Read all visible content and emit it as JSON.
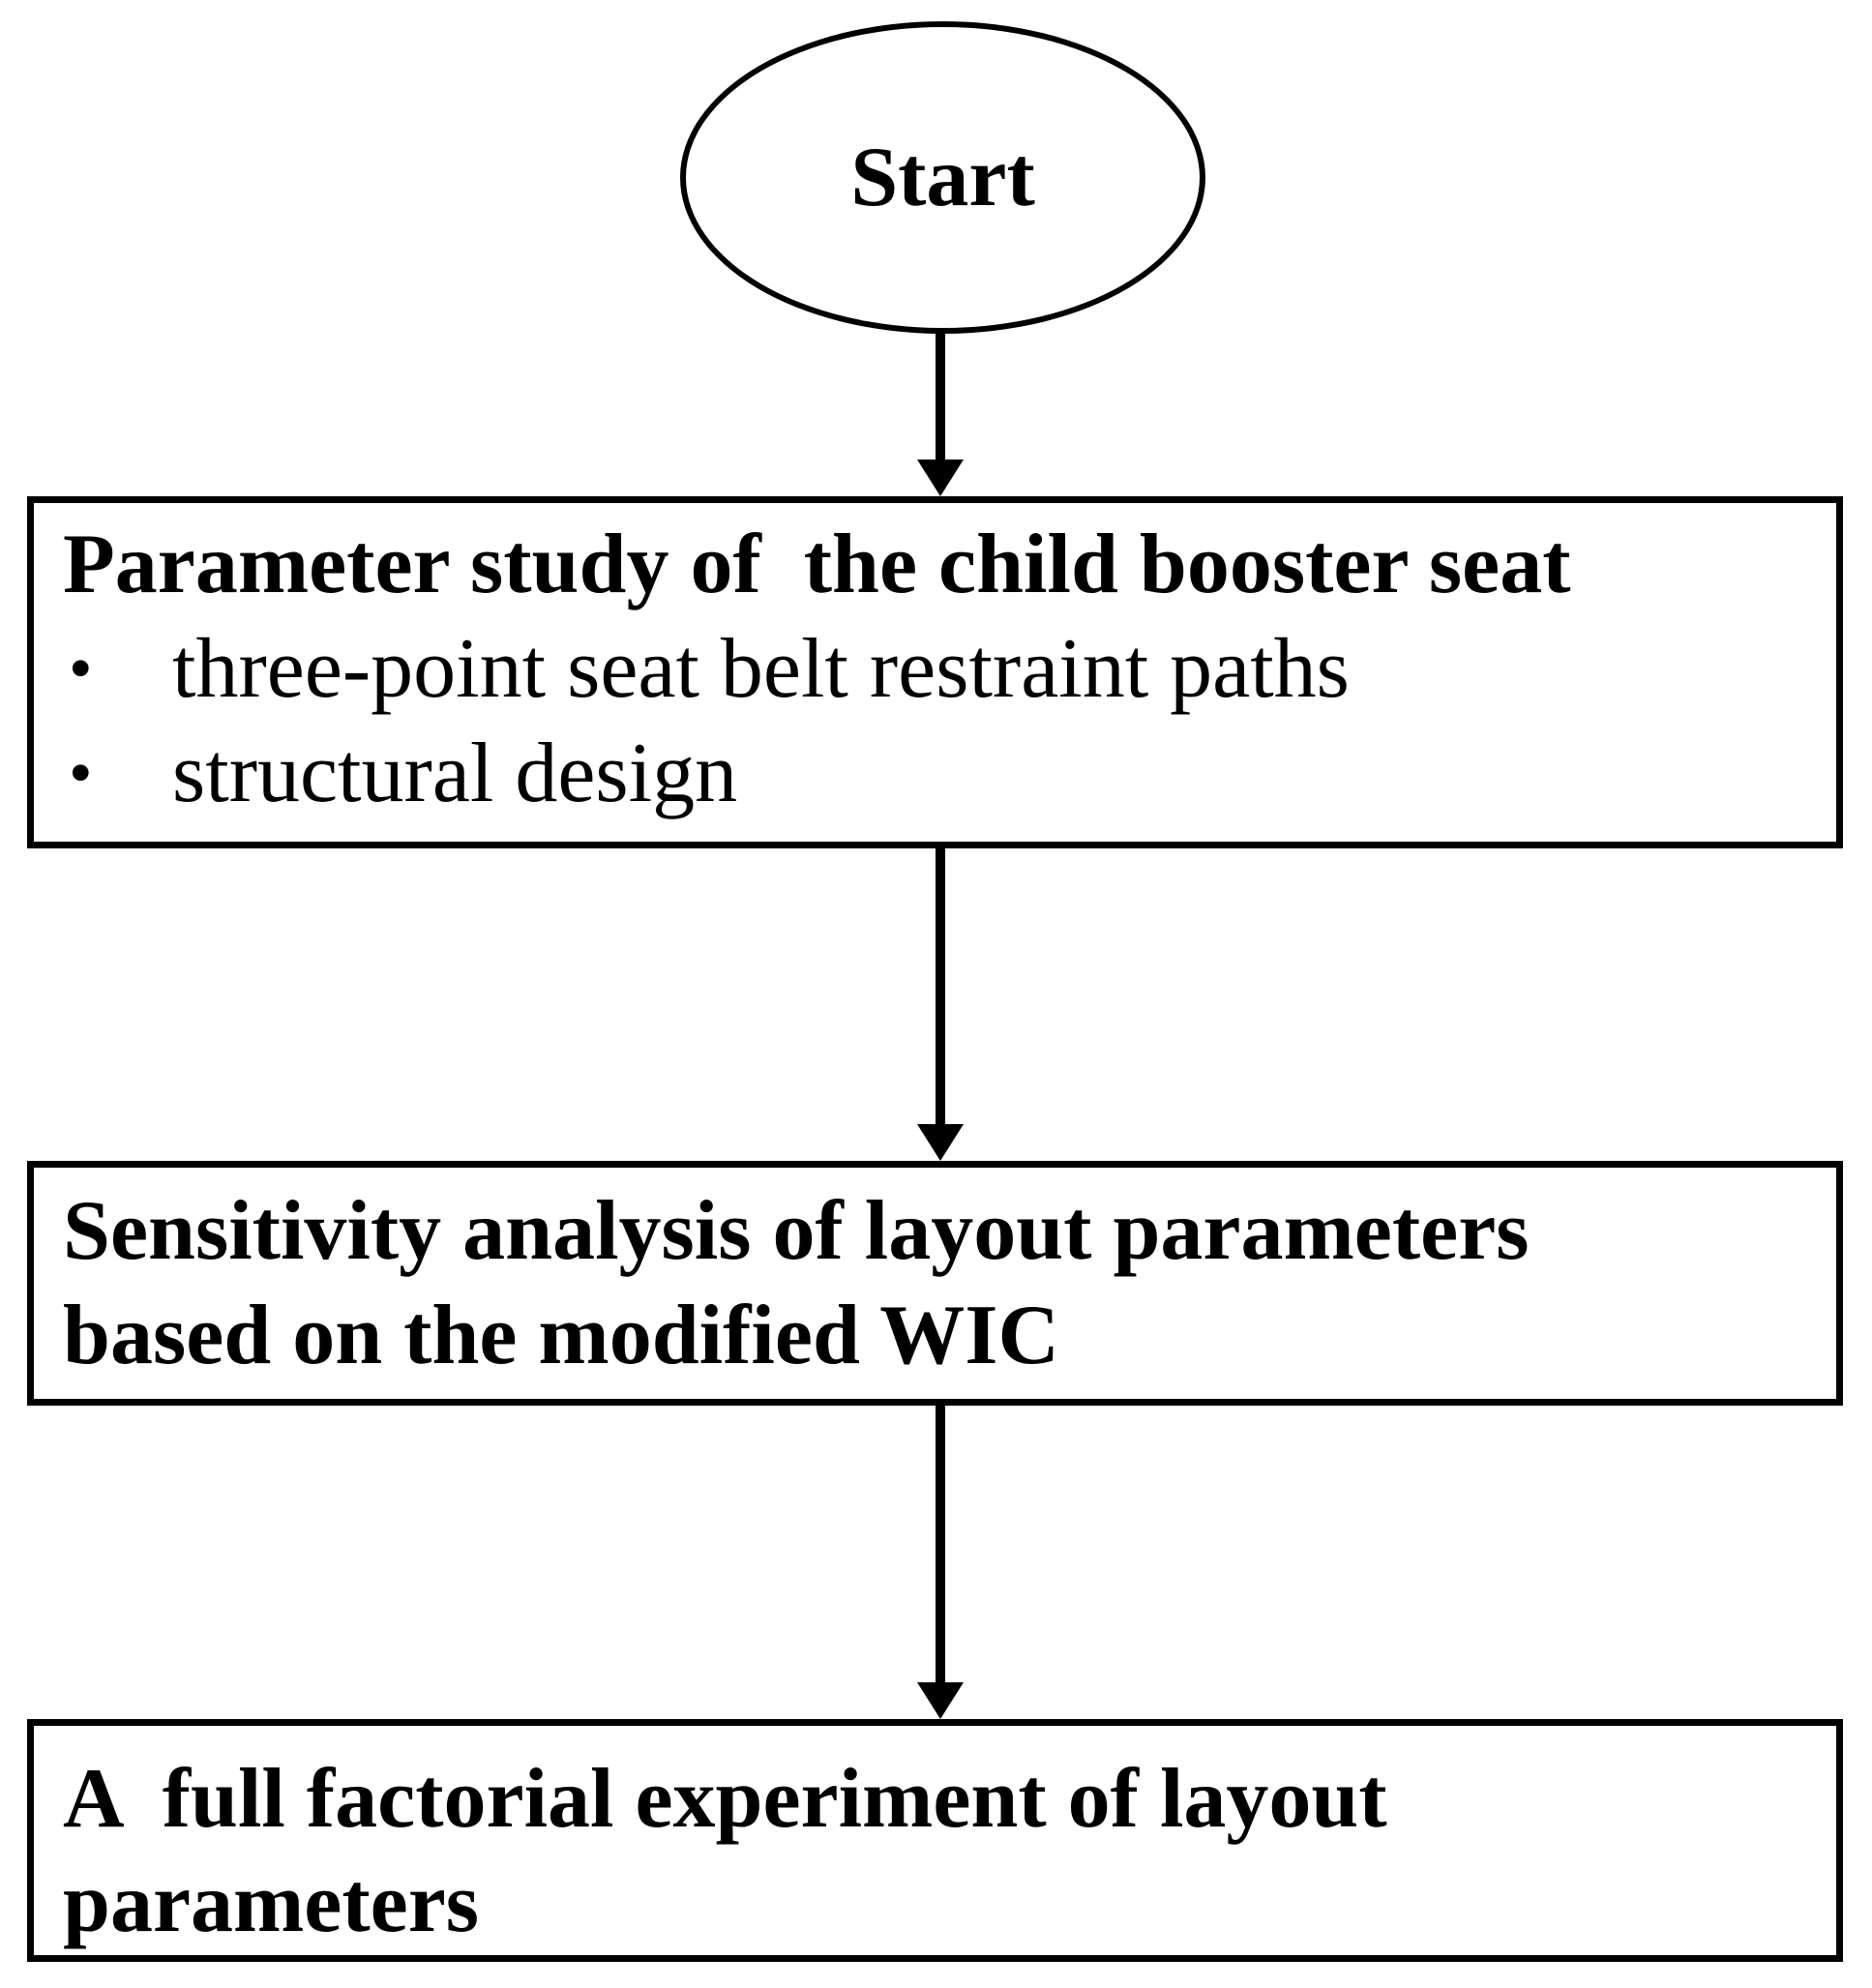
{
  "flowchart": {
    "start_label": "Start",
    "bullet_marker": "•",
    "boxes": [
      {
        "title": "Parameter study of  the child booster seat",
        "bullets": [
          "three-point seat belt restraint paths",
          "structural design"
        ]
      },
      {
        "lines": [
          "Sensitivity analysis of layout parameters",
          "based on the modified WIC"
        ]
      },
      {
        "lines": [
          "A  full factorial experiment of layout",
          "parameters"
        ]
      }
    ],
    "colors": {
      "stroke": "#000000",
      "background": "#ffffff",
      "text": "#000000"
    }
  }
}
